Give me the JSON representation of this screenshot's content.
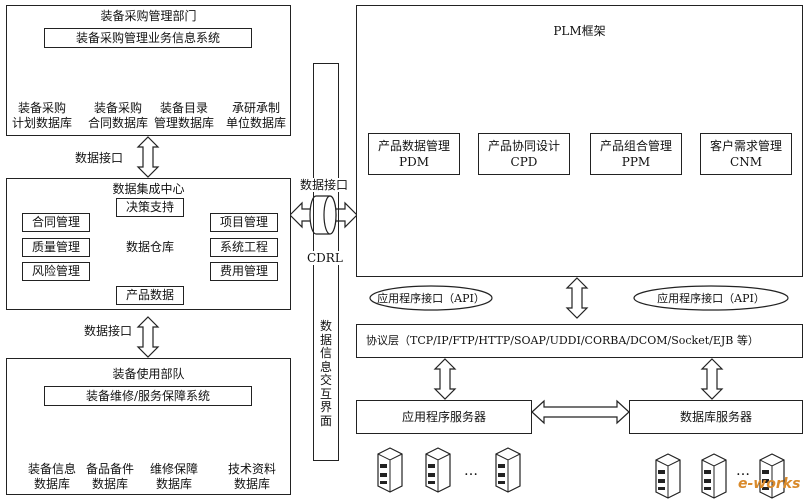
{
  "procurement": {
    "title": "装备采购管理部门",
    "system": "装备采购管理业务信息系统",
    "databases": [
      {
        "line1": "装备采购",
        "line2": "计划数据库"
      },
      {
        "line1": "装备采购",
        "line2": "合同数据库"
      },
      {
        "line1": "装备目录",
        "line2": "管理数据库"
      },
      {
        "line1": "承研承制",
        "line2": "单位数据库"
      }
    ]
  },
  "interface_label": "数据接口",
  "integration": {
    "title": "数据集成中心",
    "warehouse": "数据仓库",
    "top_item": "决策支持",
    "bottom_item": "产品数据",
    "left_items": [
      "合同管理",
      "质量管理",
      "风险管理"
    ],
    "right_items": [
      "项目管理",
      "系统工程",
      "费用管理"
    ]
  },
  "usage": {
    "title": "装备使用部队",
    "system": "装备维修/服务保障系统",
    "databases": [
      {
        "line1": "装备信息",
        "line2": "数据库"
      },
      {
        "line1": "备品备件",
        "line2": "数据库"
      },
      {
        "line1": "维修保障",
        "line2": "数据库"
      },
      {
        "line1": "技术资料",
        "line2": "数据库"
      }
    ]
  },
  "exchange": {
    "label_chars": [
      "数",
      "据",
      "信",
      "息",
      "交",
      "互",
      "界",
      "面"
    ],
    "cdrl": "CDRL",
    "data_interface": "数据接口"
  },
  "plm": {
    "title": "PLM框架",
    "modules": [
      {
        "name": "产品数据管理",
        "abbr": "PDM"
      },
      {
        "name": "产品协同设计",
        "abbr": "CPD"
      },
      {
        "name": "产品组合管理",
        "abbr": "PPM"
      },
      {
        "name": "客户需求管理",
        "abbr": "CNM"
      }
    ]
  },
  "api": {
    "left": "应用程序接口（API）",
    "right": "应用程序接口（API）"
  },
  "protocol": "协议层（TCP/IP/FTP/HTTP/SOAP/UDDI/CORBA/DCOM/Socket/EJB 等）",
  "servers": {
    "app": "应用程序服务器",
    "db": "数据库服务器",
    "ellipsis": "…"
  },
  "watermark": {
    "text": "e-works"
  }
}
